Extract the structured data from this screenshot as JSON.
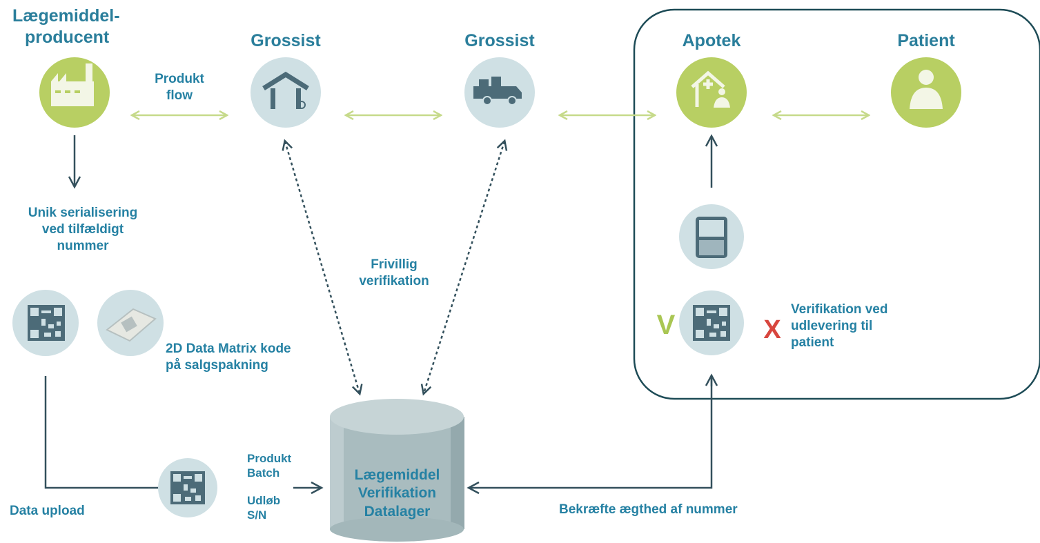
{
  "nodes": {
    "manufacturer": {
      "title_line1": "Lægemiddel-",
      "title_line2": "producent",
      "icon": "factory-icon"
    },
    "wholesaler1": {
      "title": "Grossist",
      "icon": "warehouse-icon"
    },
    "wholesaler2": {
      "title": "Grossist",
      "icon": "truck-icon"
    },
    "pharmacy": {
      "title": "Apotek",
      "icon": "pharmacy-icon"
    },
    "patient": {
      "title": "Patient",
      "icon": "patient-icon"
    },
    "scanner": {
      "icon": "scanner-icon"
    },
    "database": {
      "line1": "Lægemiddel",
      "line2": "Verifikation",
      "line3": "Datalager",
      "icon": "database-icon"
    }
  },
  "labels": {
    "product_flow_1": "Produkt",
    "product_flow_2": "flow",
    "serial_1": "Unik serialisering",
    "serial_2": "ved tilfældigt",
    "serial_3": "nummer",
    "matrix_1": "2D Data Matrix kode",
    "matrix_2": "på salgspakning",
    "voluntary_1": "Frivillig",
    "voluntary_2": "verifikation",
    "verify_1": "Verifikation ved",
    "verify_2": "udlevering til",
    "verify_3": "patient",
    "check_mark": "V",
    "cross_mark": "X",
    "upload_produkt": "Produkt",
    "upload_batch": "Batch",
    "upload_udlob": "Udløb",
    "upload_sn": "S/N",
    "data_upload": "Data upload",
    "confirm": "Bekræfte ægthed af nummer"
  },
  "colors": {
    "green_circle": "#b8cf63",
    "blue_circle": "#cfe0e4",
    "icon_dark": "#4c6b78",
    "green_arrow": "#c6da8a",
    "dark_arrow": "#33505c",
    "frame": "#1d4b56",
    "check_green": "#a9c653",
    "cross_red": "#d8463e"
  }
}
